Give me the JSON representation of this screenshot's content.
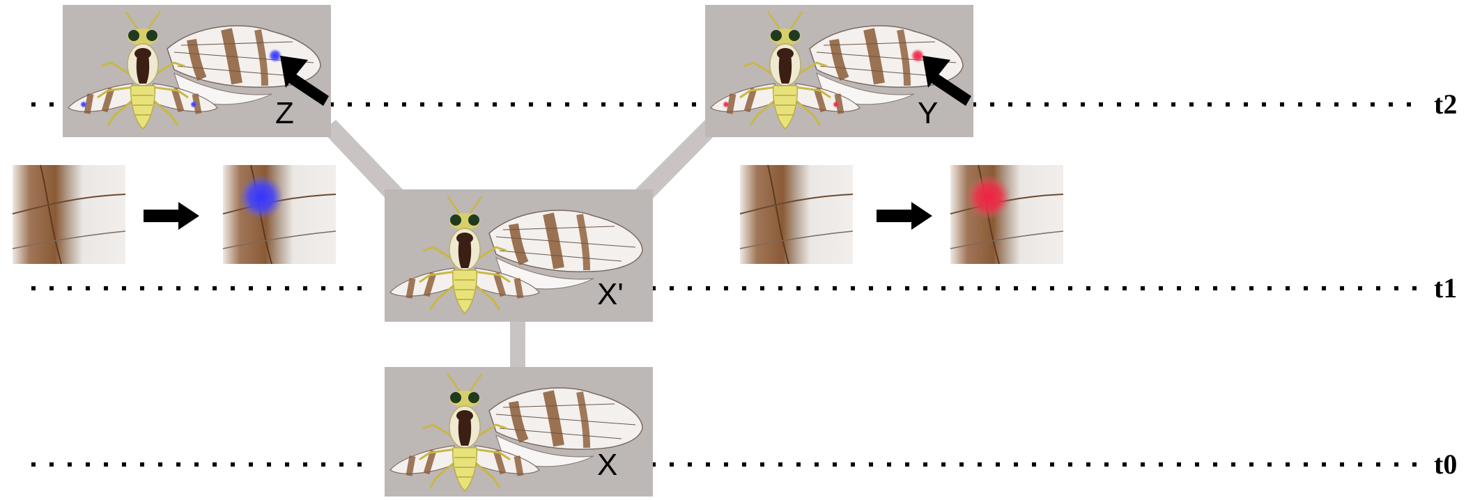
{
  "timeline": {
    "labels": [
      "t0",
      "t1",
      "t2"
    ]
  },
  "panels": {
    "x": {
      "label": "X"
    },
    "x_prime": {
      "label": "X'"
    },
    "z": {
      "label": "Z",
      "spot": "blue"
    },
    "y": {
      "label": "Y",
      "spot": "red"
    }
  },
  "colors": {
    "panel_bg": "#bdb7b6",
    "connector": "#c9c4c3",
    "spot_blue": "#4444ff",
    "spot_red": "#f0304a",
    "wing_band": "#8a5a35",
    "body_yellow": "#e8e27a"
  },
  "icons": {
    "fly": "fruit-fly-illustration",
    "arrow": "black-arrow",
    "wing_crop": "wing-closeup"
  }
}
